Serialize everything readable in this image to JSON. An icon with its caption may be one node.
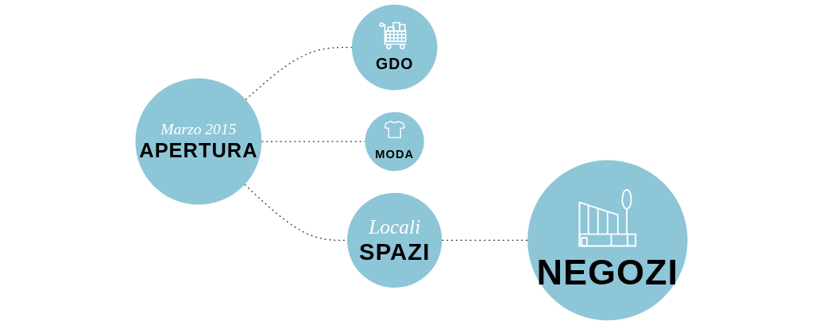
{
  "diagram": {
    "nodes": [
      {
        "text": [
          "Marzo 2015",
          "APERTURA"
        ]
      },
      {
        "text": [
          "GDO"
        ]
      },
      {
        "text": [
          "MODA"
        ]
      },
      {
        "text": [
          "Locali",
          "SPAZI"
        ]
      },
      {
        "text": [
          "NEGOZI"
        ]
      }
    ],
    "edges": [
      {
        "from": 0,
        "to": 1,
        "arrow": "none",
        "style": "dashed"
      },
      {
        "from": 0,
        "to": 2,
        "arrow": "none",
        "style": "dashed"
      },
      {
        "from": 0,
        "to": 3,
        "arrow": "none",
        "style": "dashed"
      },
      {
        "from": 3,
        "to": 4,
        "arrow": "none",
        "style": "dashed"
      }
    ]
  }
}
